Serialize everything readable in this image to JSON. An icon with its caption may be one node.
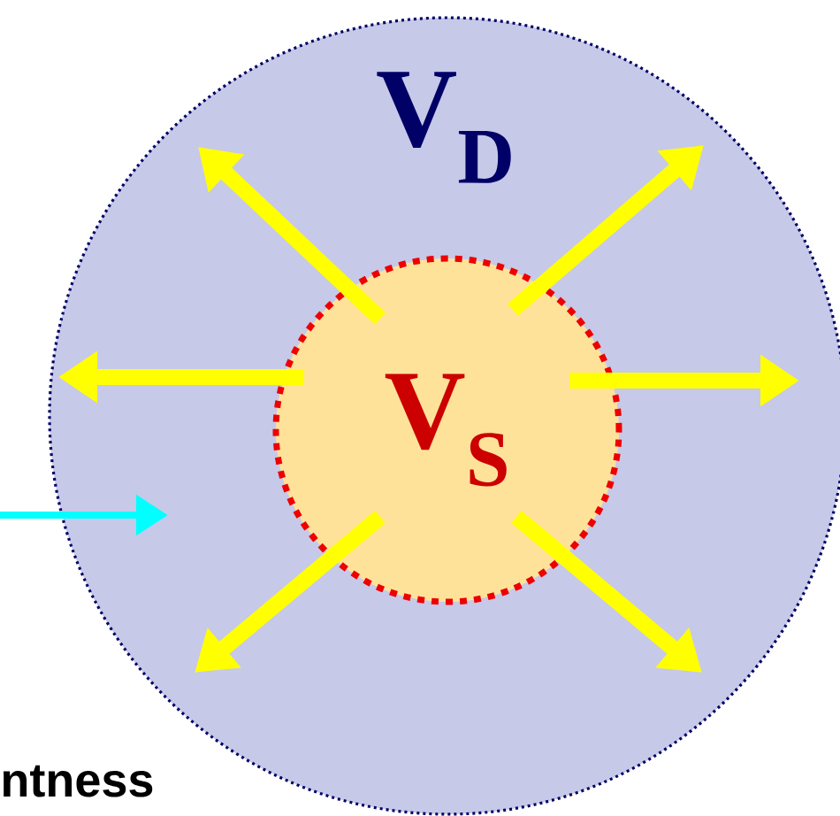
{
  "diagram": {
    "nodes": [
      {
        "text": [
          "V$_{D}$"
        ]
      },
      {
        "text": [
          "V$_{S}$"
        ],
        "in": 0
      }
    ],
    "edges": [
      {
        "from": 1,
        "to": null,
        "arrow": "to"
      },
      {
        "from": 1,
        "to": null,
        "arrow": "to"
      },
      {
        "from": 1,
        "to": null,
        "arrow": "to"
      },
      {
        "from": 1,
        "to": null,
        "arrow": "to"
      },
      {
        "from": 1,
        "to": null,
        "arrow": "to"
      },
      {
        "from": 1,
        "to": null,
        "arrow": "to"
      }
    ],
    "labels": [
      "ntness"
    ]
  }
}
